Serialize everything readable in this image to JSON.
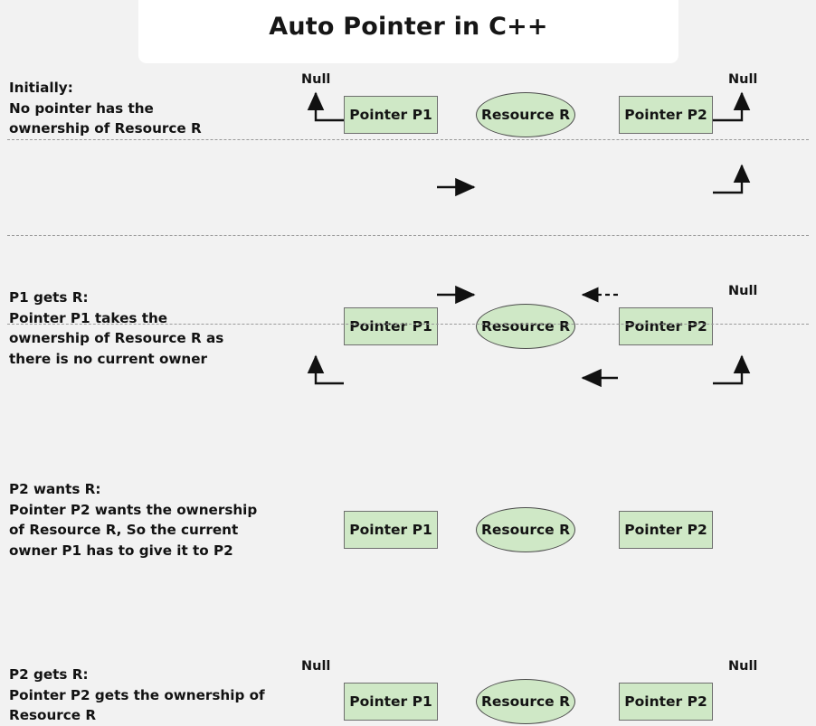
{
  "header": {
    "title": "Auto Pointer in C++",
    "card_color": "#ffffff"
  },
  "page": {
    "background_color": "#f2f2f2",
    "node_fill_color": "#cfe8c6",
    "node_border_color": "#6e6e6e",
    "divider_color": "#9a9a9a"
  },
  "rows": [
    {
      "id": "initially",
      "description": "Initially:\nNo pointer has the\nownership of Resource R",
      "left_null_label": "Null",
      "right_null_label": "Null",
      "nodes": {
        "p1": "Pointer P1",
        "resource": "Resource R",
        "p2": "Pointer P2"
      }
    },
    {
      "id": "p1-gets-r",
      "description": "P1 gets R:\nPointer P1 takes the\nownership of Resource R as\nthere is no current owner",
      "left_null_label": "",
      "right_null_label": "Null",
      "nodes": {
        "p1": "Pointer P1",
        "resource": "Resource R",
        "p2": "Pointer P2"
      }
    },
    {
      "id": "p2-wants-r",
      "description": "P2 wants R:\nPointer P2 wants the ownership\nof Resource R, So the current\nowner P1 has to give it to P2",
      "left_null_label": "",
      "right_null_label": "",
      "nodes": {
        "p1": "Pointer P1",
        "resource": "Resource R",
        "p2": "Pointer P2"
      }
    },
    {
      "id": "p2-gets-r",
      "description": "P2 gets R:\nPointer P2 gets the ownership of\nResource R",
      "left_null_label": "Null",
      "right_null_label": "Null",
      "nodes": {
        "p1": "Pointer P1",
        "resource": "Resource R",
        "p2": "Pointer P2"
      }
    }
  ]
}
